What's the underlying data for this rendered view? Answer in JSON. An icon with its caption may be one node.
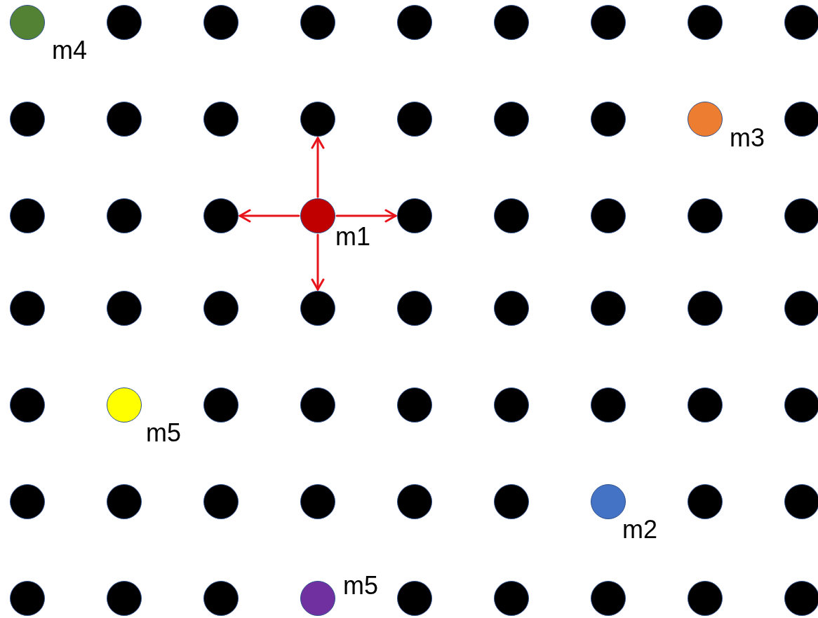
{
  "diagram": {
    "nodes": [
      {
        "text": [],
        "shape": "circle",
        "beside": [
          "m4"
        ]
      },
      {
        "text": [],
        "shape": "circle"
      },
      {
        "text": [],
        "shape": "circle"
      },
      {
        "text": [],
        "shape": "circle"
      },
      {
        "text": [],
        "shape": "circle"
      },
      {
        "text": [],
        "shape": "circle"
      },
      {
        "text": [],
        "shape": "circle"
      },
      {
        "text": [],
        "shape": "circle"
      },
      {
        "text": [],
        "shape": "circle"
      },
      {
        "text": [],
        "shape": "circle"
      },
      {
        "text": [],
        "shape": "circle"
      },
      {
        "text": [],
        "shape": "circle"
      },
      {
        "text": [],
        "shape": "circle"
      },
      {
        "text": [],
        "shape": "circle"
      },
      {
        "text": [],
        "shape": "circle"
      },
      {
        "text": [],
        "shape": "circle"
      },
      {
        "text": [],
        "shape": "circle",
        "beside": [
          "m3"
        ]
      },
      {
        "text": [],
        "shape": "circle"
      },
      {
        "text": [],
        "shape": "circle"
      },
      {
        "text": [],
        "shape": "circle"
      },
      {
        "text": [],
        "shape": "circle"
      },
      {
        "text": [],
        "shape": "circle",
        "beside": [
          "m1"
        ]
      },
      {
        "text": [],
        "shape": "circle"
      },
      {
        "text": [],
        "shape": "circle"
      },
      {
        "text": [],
        "shape": "circle"
      },
      {
        "text": [],
        "shape": "circle"
      },
      {
        "text": [],
        "shape": "circle"
      },
      {
        "text": [],
        "shape": "circle"
      },
      {
        "text": [],
        "shape": "circle"
      },
      {
        "text": [],
        "shape": "circle"
      },
      {
        "text": [],
        "shape": "circle"
      },
      {
        "text": [],
        "shape": "circle"
      },
      {
        "text": [],
        "shape": "circle"
      },
      {
        "text": [],
        "shape": "circle"
      },
      {
        "text": [],
        "shape": "circle"
      },
      {
        "text": [],
        "shape": "circle"
      },
      {
        "text": [],
        "shape": "circle"
      },
      {
        "text": [],
        "shape": "circle",
        "beside": [
          "m5"
        ]
      },
      {
        "text": [],
        "shape": "circle"
      },
      {
        "text": [],
        "shape": "circle"
      },
      {
        "text": [],
        "shape": "circle"
      },
      {
        "text": [],
        "shape": "circle"
      },
      {
        "text": [],
        "shape": "circle"
      },
      {
        "text": [],
        "shape": "circle"
      },
      {
        "text": [],
        "shape": "circle"
      },
      {
        "text": [],
        "shape": "circle"
      },
      {
        "text": [],
        "shape": "circle"
      },
      {
        "text": [],
        "shape": "circle"
      },
      {
        "text": [],
        "shape": "circle"
      },
      {
        "text": [],
        "shape": "circle"
      },
      {
        "text": [],
        "shape": "circle"
      },
      {
        "text": [],
        "shape": "circle",
        "beside": [
          "m2"
        ]
      },
      {
        "text": [],
        "shape": "circle"
      },
      {
        "text": [],
        "shape": "circle"
      },
      {
        "text": [],
        "shape": "circle"
      },
      {
        "text": [],
        "shape": "circle"
      },
      {
        "text": [],
        "shape": "circle"
      },
      {
        "text": [],
        "shape": "circle",
        "beside": [
          "m5"
        ]
      },
      {
        "text": [],
        "shape": "circle"
      },
      {
        "text": [],
        "shape": "circle"
      },
      {
        "text": [],
        "shape": "circle"
      },
      {
        "text": [],
        "shape": "circle"
      },
      {
        "text": [],
        "shape": "circle"
      }
    ],
    "edges": [
      {
        "from": 21,
        "to": 12,
        "arrow": "to"
      },
      {
        "from": 21,
        "to": 20,
        "arrow": "to"
      },
      {
        "from": 21,
        "to": 22,
        "arrow": "to"
      },
      {
        "from": 21,
        "to": 30,
        "arrow": "to"
      }
    ]
  }
}
